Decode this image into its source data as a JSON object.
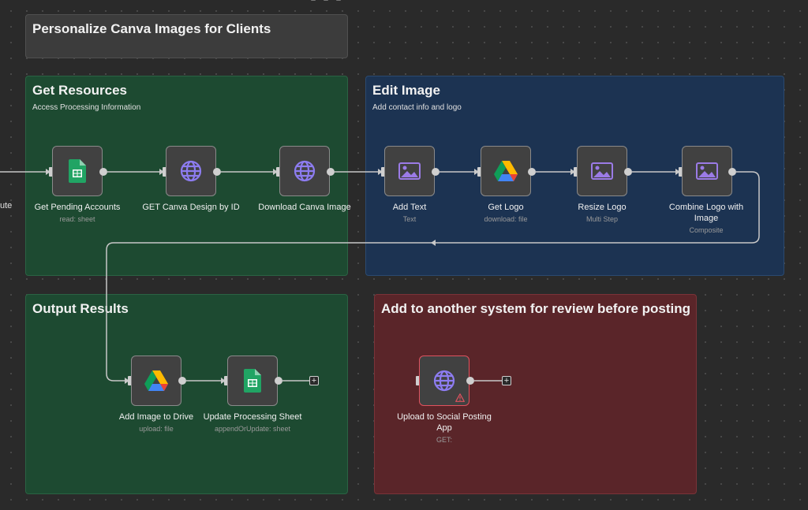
{
  "workflow": {
    "title": "Personalize Canva Images for Clients",
    "cut_off_label": "ute"
  },
  "stickies": {
    "get_resources": {
      "title": "Get Resources",
      "subtitle": "Access Processing Information"
    },
    "edit_image": {
      "title": "Edit Image",
      "subtitle": "Add contact info and logo"
    },
    "output_results": {
      "title": "Output Results"
    },
    "review": {
      "title": "Add to another system for review before posting"
    }
  },
  "nodes": {
    "get_pending": {
      "label": "Get Pending Accounts",
      "sub": "read: sheet",
      "icon": "google-sheets-icon"
    },
    "get_canva": {
      "label": "GET Canva Design by ID",
      "icon": "globe-icon"
    },
    "download_canva": {
      "label": "Download Canva Image",
      "icon": "globe-icon"
    },
    "add_text": {
      "label": "Add Text",
      "sub": "Text",
      "icon": "image-icon"
    },
    "get_logo": {
      "label": "Get Logo",
      "sub": "download: file",
      "icon": "google-drive-icon"
    },
    "resize_logo": {
      "label": "Resize Logo",
      "sub": "Multi Step",
      "icon": "image-icon"
    },
    "combine_logo": {
      "label": "Combine Logo with Image",
      "sub": "Composite",
      "icon": "image-icon"
    },
    "add_to_drive": {
      "label": "Add Image to Drive",
      "sub": "upload: file",
      "icon": "google-drive-icon"
    },
    "update_sheet": {
      "label": "Update Processing Sheet",
      "sub": "appendOrUpdate: sheet",
      "icon": "google-sheets-icon"
    },
    "upload_social": {
      "label": "Upload to Social Posting App",
      "sub": "GET:",
      "icon": "globe-icon",
      "status": "warning"
    }
  },
  "colors": {
    "canvas": "#2a2a2a",
    "sticky_green": "#1d4a31",
    "sticky_blue": "#1c3352",
    "sticky_red": "#5a2529",
    "sticky_gray": "#3c3c3c",
    "connection": "#c8c8c8",
    "globe": "#8d7cf0",
    "image": "#9b7be6",
    "sheets": "#21a464",
    "warning": "#e0525e"
  }
}
